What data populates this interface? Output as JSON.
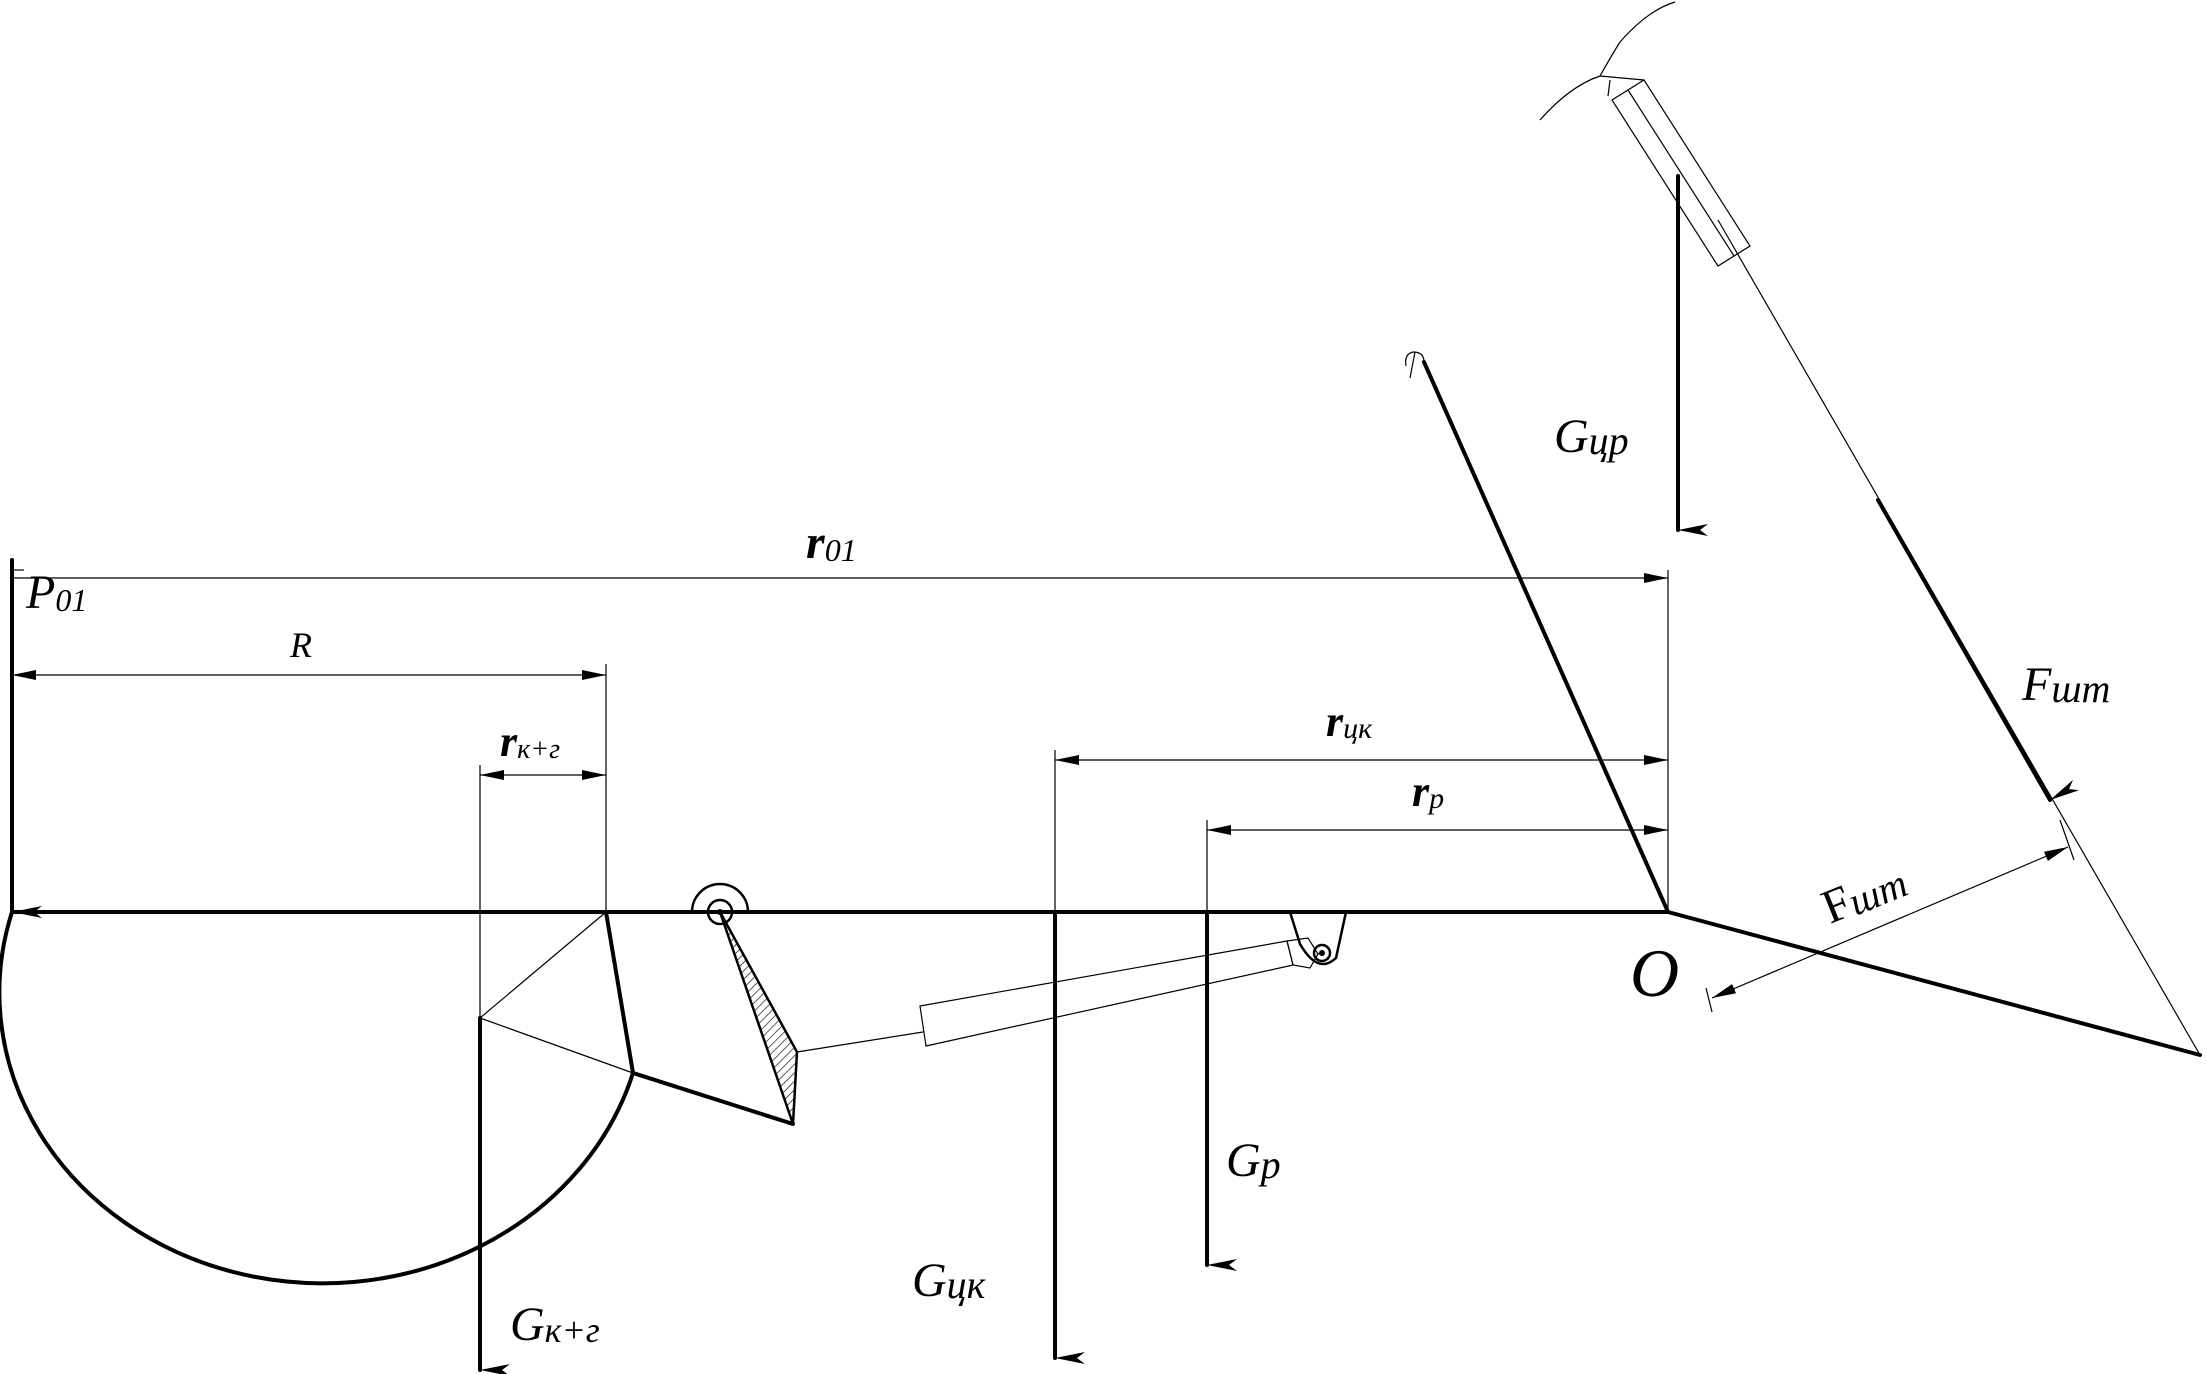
{
  "labels": {
    "p01": "P",
    "p01_sub": "01",
    "r01": "r",
    "r01_sub": "01",
    "R": "R",
    "rkg": "r",
    "rkg_sub": "к+г",
    "rck": "r",
    "rck_sub": "цк",
    "rp": "r",
    "rp_sub": "р",
    "gcr": "G",
    "gcr_sub": "цр",
    "fsht_top": "F",
    "fsht_top_sub": "шт",
    "fsht_arm": "F",
    "fsht_arm_sub": "шт",
    "origin": "O",
    "gp": "G",
    "gp_sub": "р",
    "gck": "G",
    "gck_sub": "цк",
    "gkg": "G",
    "gkg_sub": "к+г"
  }
}
